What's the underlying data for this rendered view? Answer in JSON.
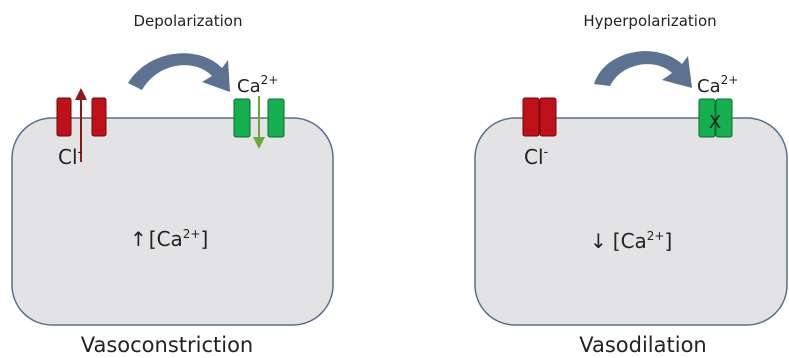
{
  "left_panel": {
    "process": "Depolarization",
    "chloride_label": "Cl",
    "chloride_charge": "-",
    "calcium_label": "Ca",
    "calcium_charge": "2+",
    "inner_arrow": "↑",
    "inner_prefix": "[Ca",
    "inner_charge": "2+",
    "inner_suffix": "]",
    "outcome": "Vasoconstriction"
  },
  "right_panel": {
    "process": "Hyperpolarization",
    "chloride_label": "Cl",
    "chloride_charge": "-",
    "calcium_label": "Ca",
    "calcium_charge": "2+",
    "blocked_mark": "X",
    "inner_arrow": "↓",
    "inner_prefix": "[Ca",
    "inner_charge": "2+",
    "inner_suffix": "]",
    "outcome": "Vasodilation"
  },
  "colors": {
    "cell_fill": "#e3e3e5",
    "cell_stroke": "#5a6f8c",
    "chloride_channel": "#c0101a",
    "calcium_channel": "#14b050",
    "curve_arrow": "#5b7390",
    "chloride_flux_arrow": "#8b1a1a",
    "calcium_flux_arrow": "#6aaa3a"
  }
}
